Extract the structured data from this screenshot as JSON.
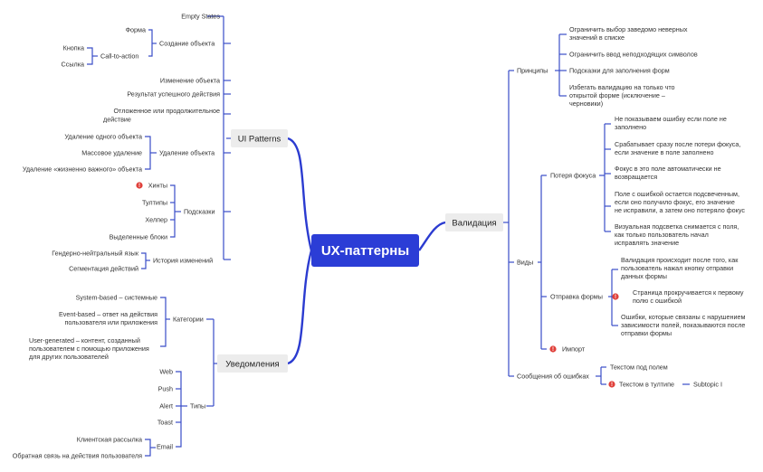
{
  "center": "UX-паттерны",
  "ui_patterns": {
    "label": "UI Patterns",
    "empty_states": "Empty States",
    "create": "Создание объекта",
    "create_form": "Форма",
    "cta": "Call-to-action",
    "cta_button": "Кнопка",
    "cta_link": "Ссылка",
    "change": "Изменение объекта",
    "success": "Результат успешного действия",
    "deferred_1": "Отложенное или продолжительное",
    "deferred_2": "действие",
    "delete": "Удаление объекта",
    "delete_one": "Удаление одного объекта",
    "delete_mass": "Массовое удаление",
    "delete_vital": "Удаление «жизненно важного» объекта",
    "hints": "Подсказки",
    "hint_hints": "Хинты",
    "hint_tooltips": "Тултипы",
    "hint_helper": "Хелпер",
    "hint_blocks": "Выделенные блоки",
    "history": "История изменений",
    "history_gender": "Гендерно-нейтральный язык",
    "history_segment": "Сегментация действий"
  },
  "notifications": {
    "label": "Уведомления",
    "categories": "Категории",
    "cat_system": "System-based – системные",
    "cat_event_1": "Event-based – ответ на действия",
    "cat_event_2": "пользователя или приложения",
    "cat_user_1": "User-generated –  контент, созданный",
    "cat_user_2": "пользователем с помощью приложения",
    "cat_user_3": "для других пользователей",
    "types": "Типы",
    "type_web": "Web",
    "type_push": "Push",
    "type_alert": "Alert",
    "type_toast": "Toast",
    "type_email": "Email",
    "email_client": "Клиентская рассылка",
    "email_feedback": "Обратная связь на действия пользователя"
  },
  "validation": {
    "label": "Валидация",
    "principles": "Принципы",
    "p1_1": "Ограничить выбор заведомо неверных",
    "p1_2": "значений в списке",
    "p2": "Ограничить ввод неподходящих символов",
    "p3": "Подсказки для заполнения форм",
    "p4_1": "Избегать валидацию на только что",
    "p4_2": "открытой форме (исключение –",
    "p4_3": "черновики)",
    "kinds": "Виды",
    "focus_loss": "Потеря фокуса",
    "f1_1": "Не показываем ошибку если поле не",
    "f1_2": "заполнено",
    "f2_1": "Срабатывает сразу после потери фокуса,",
    "f2_2": "если значение в поле заполнено",
    "f3_1": "Фокус в это поле автоматически не",
    "f3_2": "возвращается",
    "f4_1": "Поле с ошибкой остается подсвеченным,",
    "f4_2": "если оно получило фокус, его значение",
    "f4_3": "не исправили, а затем оно потеряло фокус",
    "f5_1": "Визуальная подсветка снимается с поля,",
    "f5_2": "как только пользователь начал",
    "f5_3": "исправлять значение",
    "form_submit": "Отправка формы",
    "s1_1": "Валидация происходит после того, как",
    "s1_2": "пользователь нажал кнопку отправки",
    "s1_3": "данных формы",
    "s2_1": "Страница прокручивается к первому",
    "s2_2": "полю с ошибкой",
    "s3_1": "Ошибки, которые связаны с нарушением",
    "s3_2": "зависимости полей, показываются после",
    "s3_3": "отправки формы",
    "import": "Импорт",
    "messages": "Сообщения об ошибках",
    "m_under": "Текстом под полем",
    "m_tooltip": "Текстом в тултипе",
    "subtopic": "Subtopic I"
  },
  "colors": {
    "center_bg": "#2b3dd6",
    "line": "#3a4ec8",
    "branch_bg": "#ececec",
    "alert": "#e0403a"
  },
  "alert_mark": "!"
}
